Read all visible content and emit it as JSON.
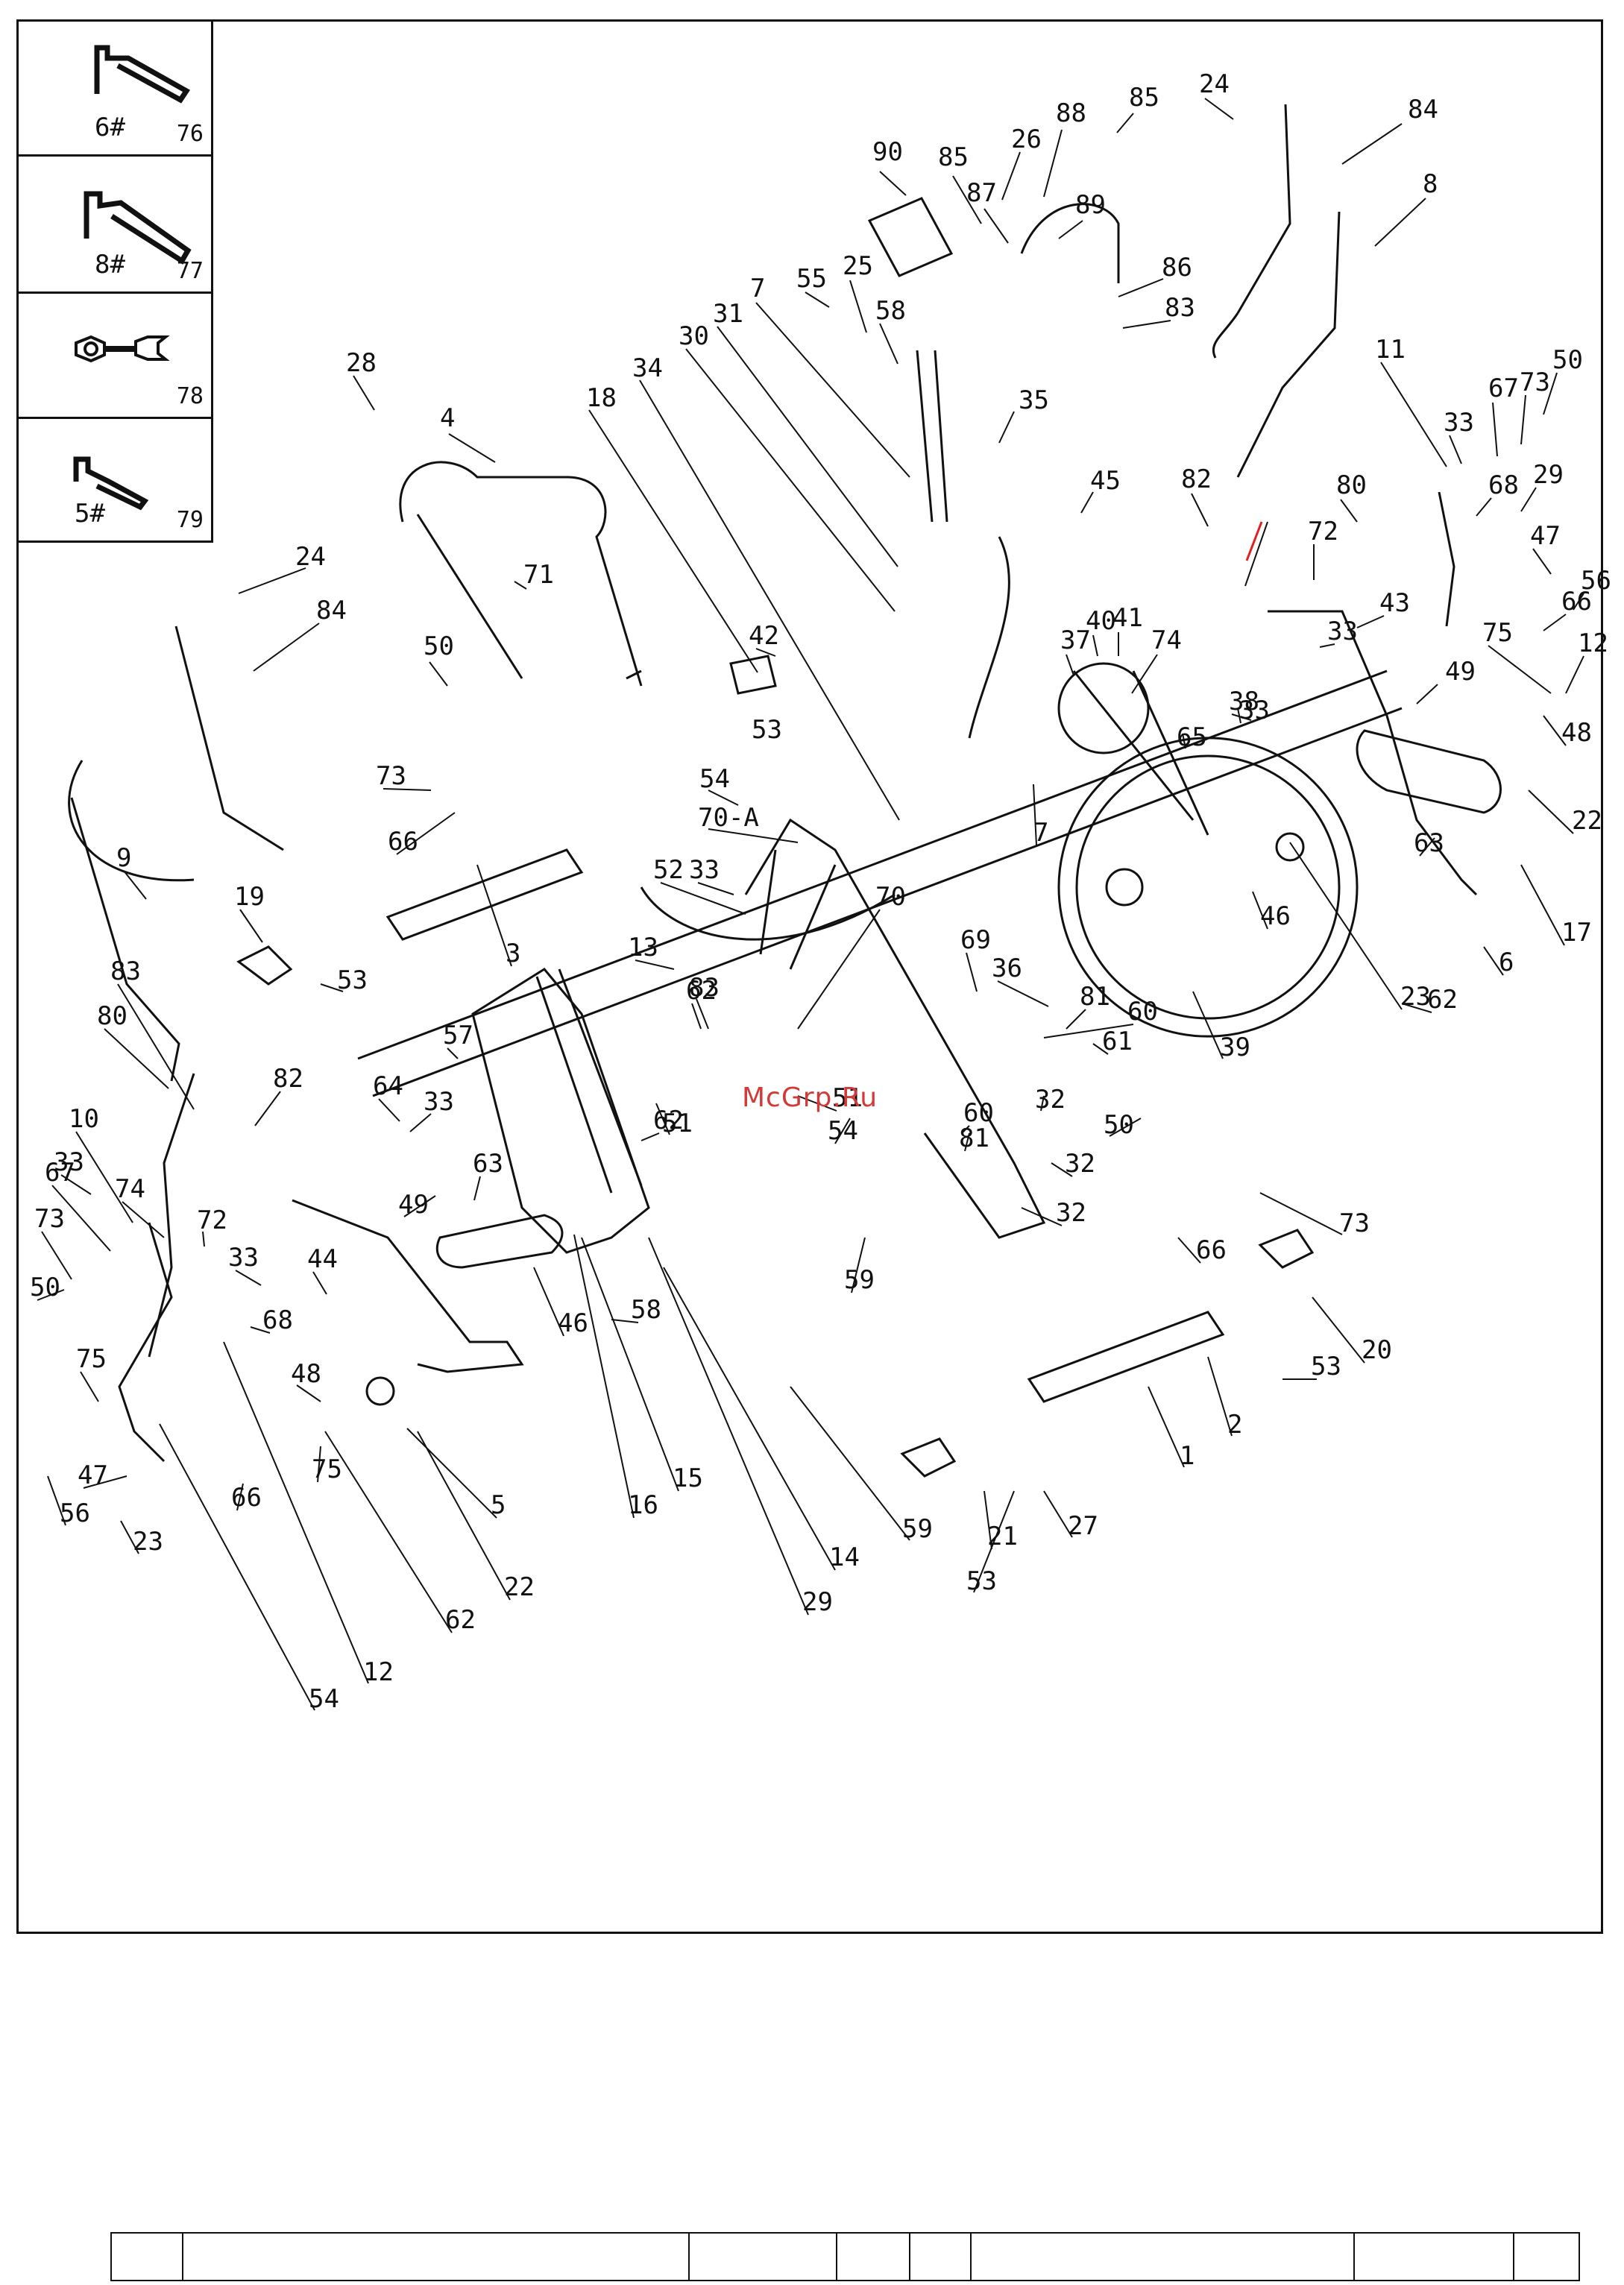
{
  "tools": [
    {
      "size": "6#",
      "number": "76",
      "icon": "hex-key-icon"
    },
    {
      "size": "8#",
      "number": "77",
      "icon": "hex-key-icon"
    },
    {
      "size": "",
      "number": "78",
      "icon": "wrench-icon"
    },
    {
      "size": "5#",
      "number": "79",
      "icon": "hex-key-icon"
    }
  ],
  "watermark": "McGrp.Ru",
  "part_labels": [
    "90",
    "85",
    "87",
    "88",
    "26",
    "89",
    "85",
    "24",
    "84",
    "86",
    "83",
    "8",
    "55",
    "25",
    "58",
    "7",
    "35",
    "45",
    "31",
    "30",
    "34",
    "18",
    "28",
    "4",
    "71",
    "24",
    "84",
    "50",
    "73",
    "66",
    "3",
    "19",
    "53",
    "53",
    "82",
    "80",
    "11",
    "33",
    "67",
    "73",
    "50",
    "68",
    "29",
    "47",
    "72",
    "43",
    "33",
    "56",
    "66",
    "75",
    "12",
    "49",
    "48",
    "22",
    "63",
    "17",
    "6",
    "62",
    "23",
    "46",
    "37",
    "40",
    "41",
    "74",
    "65",
    "38",
    "33",
    "7",
    "39",
    "42",
    "54",
    "70-A",
    "33",
    "70",
    "69",
    "36",
    "81",
    "61",
    "60",
    "52",
    "13",
    "62",
    "57",
    "51",
    "54",
    "60",
    "81",
    "32",
    "32",
    "32",
    "59",
    "59",
    "73",
    "66",
    "50",
    "20",
    "53",
    "1",
    "2",
    "21",
    "53",
    "27",
    "9",
    "83",
    "80",
    "82",
    "10",
    "33",
    "67",
    "73",
    "50",
    "72",
    "33",
    "44",
    "68",
    "74",
    "64",
    "33",
    "49",
    "63",
    "58",
    "46",
    "48",
    "75",
    "75",
    "66",
    "47",
    "56",
    "23",
    "22",
    "62",
    "5",
    "16",
    "15",
    "14",
    "29",
    "12",
    "54",
    "51",
    "62",
    "83"
  ],
  "footer_cells": [
    "",
    "",
    "",
    "",
    "",
    "",
    "",
    ""
  ]
}
